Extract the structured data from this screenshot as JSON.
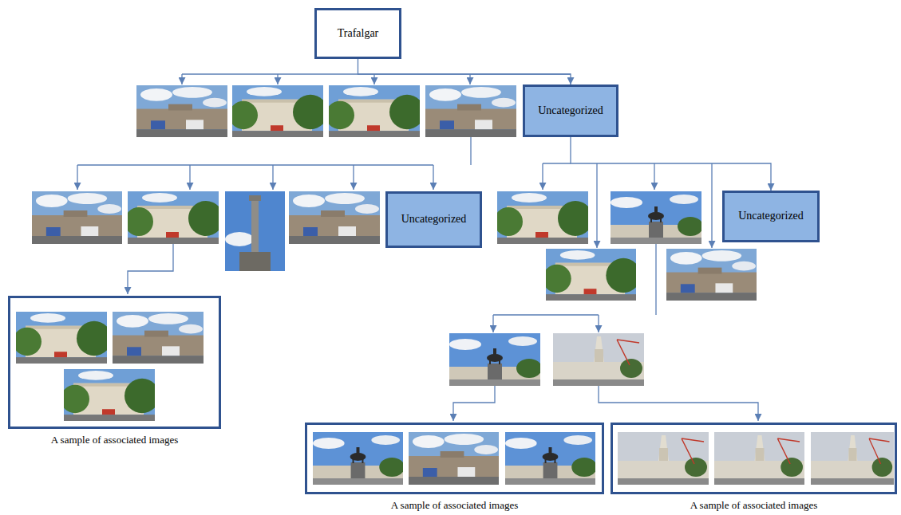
{
  "diagram": {
    "nodes": [
      {
        "text": [
          "Trafalgar"
        ]
      },
      {
        "text": [
          "Uncategorized"
        ]
      },
      {
        "text": [
          "Uncategorized"
        ]
      },
      {
        "text": [
          "Uncategorized"
        ]
      },
      {
        "text": [
          "A sample of associated images"
        ]
      },
      {
        "text": [
          "A sample of associated images"
        ]
      },
      {
        "text": [
          "A sample of associated images"
        ]
      }
    ],
    "edges": [
      {
        "from": 0,
        "to": 1,
        "arrow": "to"
      },
      {
        "from": 1,
        "to": 3,
        "arrow": "to"
      }
    ]
  }
}
